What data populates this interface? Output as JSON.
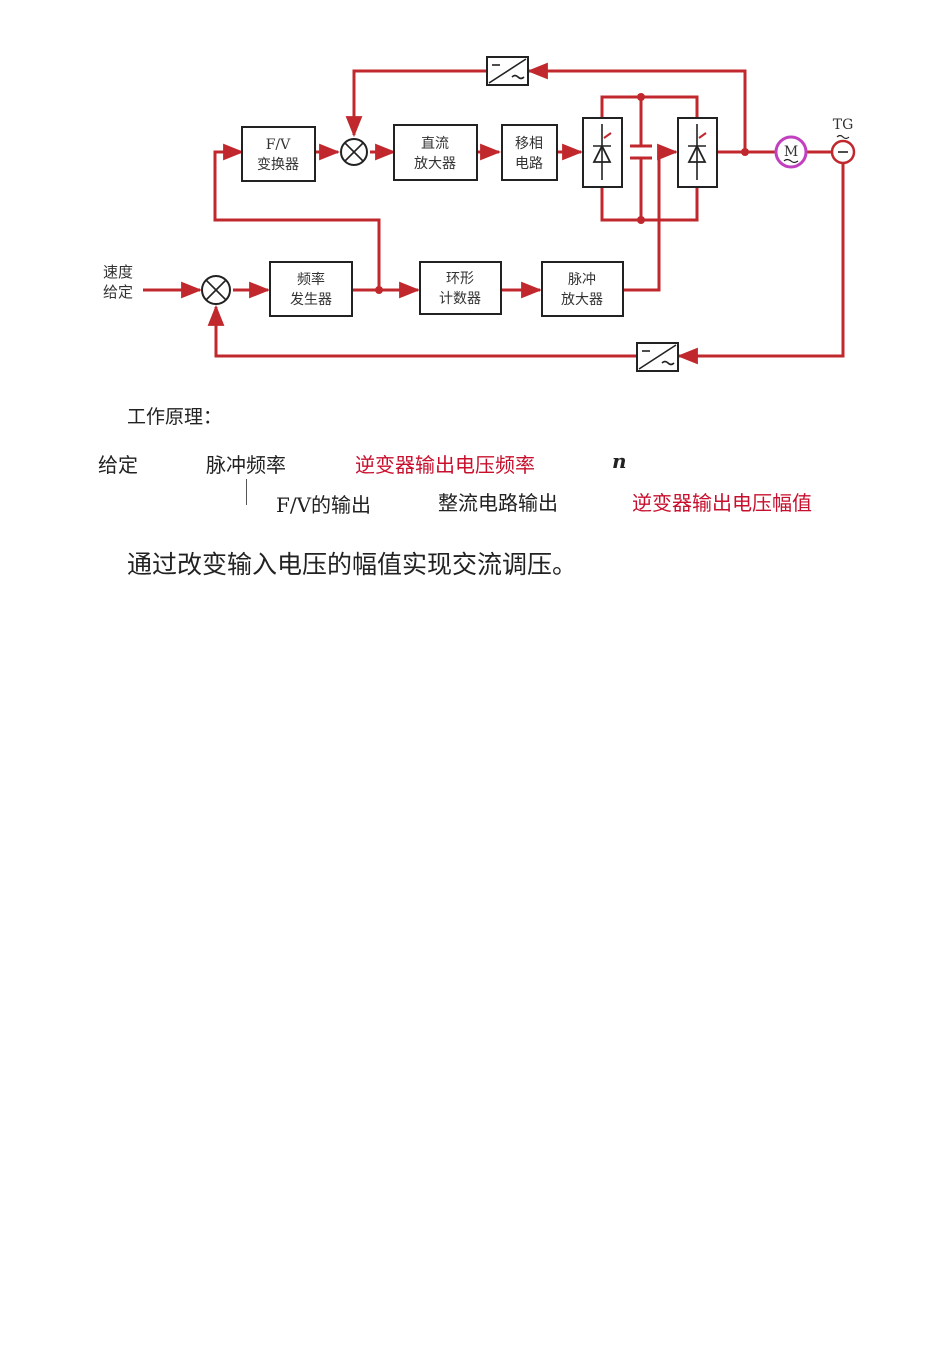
{
  "diagram": {
    "blocks": {
      "fv": [
        "F/V",
        "变换器"
      ],
      "dc_amp": [
        "直流",
        "放大器"
      ],
      "phase_shift": [
        "移相",
        "电路"
      ],
      "freq_gen": [
        "频率",
        "发生器"
      ],
      "ring_counter": [
        "环形",
        "计数器"
      ],
      "pulse_amp": [
        "脉冲",
        "放大器"
      ]
    },
    "speed_input": [
      "速度",
      "给定"
    ],
    "motor": "M",
    "tachogenerator": "TG",
    "colors": {
      "wire": "#c0282d",
      "motor": "#c040c0",
      "text_red": "#c8102e"
    }
  },
  "principle_heading": "工作原理：",
  "chain_row1": {
    "given": "给定",
    "pulse_freq": "脉冲频率",
    "inverter_freq": "逆变器输出电压频率",
    "n": "n"
  },
  "chain_row2": {
    "fv_out": "F/V的输出",
    "rect_out": "整流电路输出",
    "inverter_amp": "逆变器输出电压幅值"
  },
  "conclusion": "通过改变输入电压的幅值实现交流调压。"
}
